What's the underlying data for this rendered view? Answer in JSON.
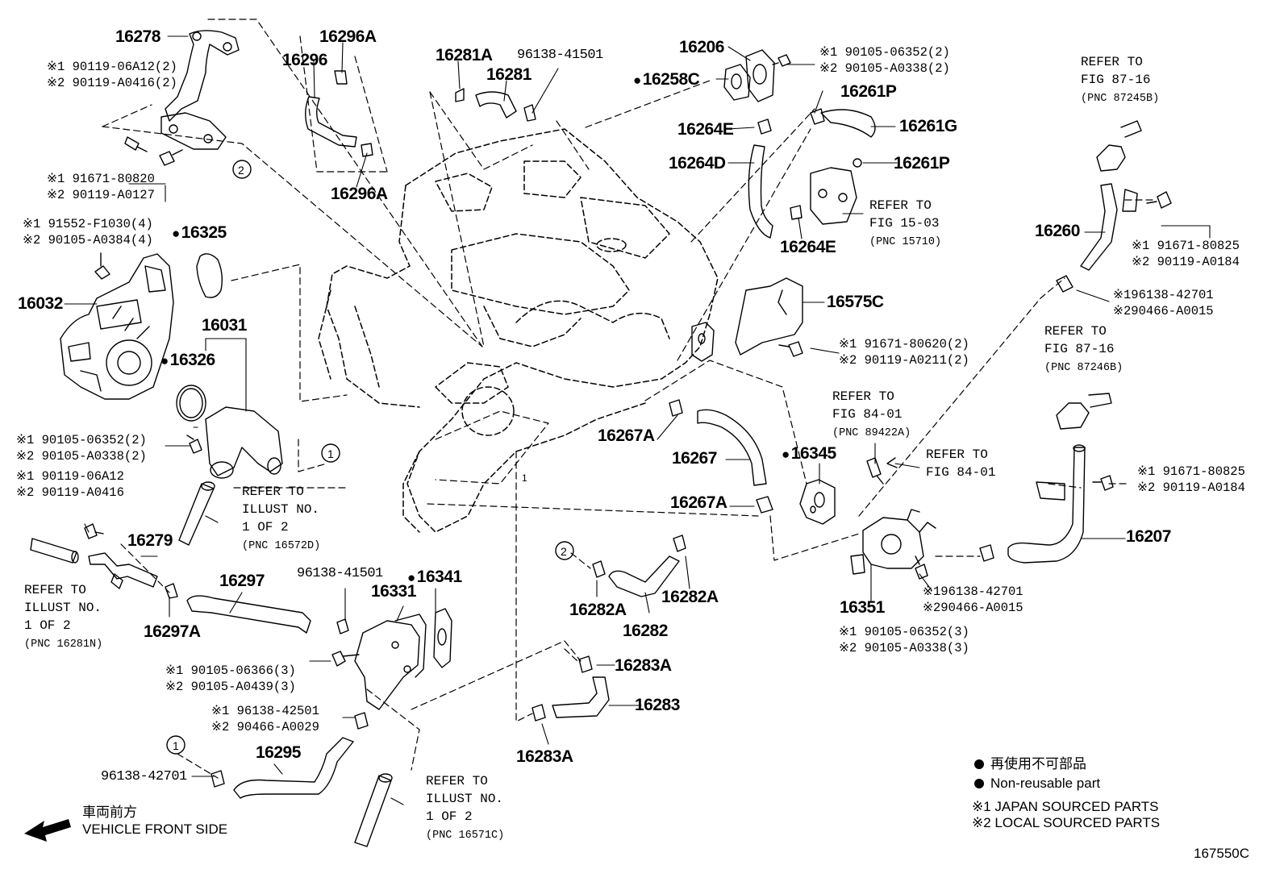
{
  "labels": {
    "p16278": "16278",
    "p16296A_top": "16296A",
    "p16296": "16296",
    "p16296A_bot": "16296A",
    "p16281A": "16281A",
    "p16281": "16281",
    "p96138_41501_top": "96138-41501",
    "p16206": "16206",
    "p16258C": "16258C",
    "p16261P_top": "16261P",
    "p16264E_top": "16264E",
    "p16261G": "16261G",
    "p16264D": "16264D",
    "p16261P_bot": "16261P",
    "p16264E_bot": "16264E",
    "p16325": "16325",
    "p16032": "16032",
    "p16031": "16031",
    "p16326": "16326",
    "p16575C": "16575C",
    "p16260": "16260",
    "p16267A_left": "16267A",
    "p16267": "16267",
    "p16267A_right": "16267A",
    "p16345": "16345",
    "p16279": "16279",
    "p16297": "16297",
    "p16297A": "16297A",
    "p96138_41501_mid": "96138-41501",
    "p16341": "16341",
    "p16331": "16331",
    "p16282A_left": "16282A",
    "p16282A_right": "16282A",
    "p16282": "16282",
    "p16283A_top": "16283A",
    "p16283": "16283",
    "p16283A_bot": "16283A",
    "p16295": "16295",
    "p96138_42701_bot": "96138-42701",
    "p16351": "16351",
    "p16207": "16207"
  },
  "subs": {
    "s1": "※1 90119-06A12(2)\n※2 90119-A0416(2)",
    "s2": "※1 91671-80820\n※2 90119-A0127",
    "s3": "※1 91552-F1030(4)\n※2 90105-A0384(4)",
    "s4": "※1 90105-06352(2)\n※2 90105-A0338(2)",
    "s5": "※1 90105-06352(2)\n※2 90105-A0338(2)",
    "s6": "※1 90119-06A12\n※2 90119-A0416",
    "s7": "※1 90105-06366(3)\n※2 90105-A0439(3)",
    "s8": "※1 96138-42501\n※2 90466-A0029",
    "s9": "※1 91671-80825\n※2 90119-A0184",
    "s10": "※196138-42701\n※290466-A0015",
    "s11": "※1 91671-80620(2)\n※2 90119-A0211(2)",
    "s12": "※1 91671-80825\n※2 90119-A0184",
    "s13": "※196138-42701\n※290466-A0015",
    "s14": "※1 90105-06352(3)\n※2 90105-A0338(3)"
  },
  "refs": {
    "r1_text": "REFER TO\nFIG 87-16",
    "r1_pnc": "(PNC 87245B)",
    "r2_text": "REFER TO\nFIG 15-03",
    "r2_pnc": "(PNC 15710)",
    "r3_text": "REFER TO\nFIG 87-16",
    "r3_pnc": "(PNC 87246B)",
    "r4_text": "REFER TO\nFIG 84-01",
    "r4_pnc": "(PNC 89422A)",
    "r5_text": "REFER TO\nFIG 84-01",
    "r6_text": "REFER TO\nILLUST NO.\n1 OF 2",
    "r6_pnc": "(PNC 16572D)",
    "r7_text": "REFER TO\nILLUST NO.\n1 OF 2",
    "r7_pnc": "(PNC 16281N)",
    "r8_text": "REFER TO\nILLUST NO.\n1 OF 2",
    "r8_pnc": "(PNC 16571C)"
  },
  "callouts": {
    "c1_top": "1",
    "c2_top": "2",
    "c1_mid": "1",
    "c2_mid": "2",
    "c1_bot": "1"
  },
  "legend": {
    "non_reusable_jp": "再使用不可部品",
    "non_reusable_en": "Non-reusable part",
    "japan_sourced": "※1  JAPAN SOURCED PARTS",
    "local_sourced": "※2  LOCAL SOURCED PARTS"
  },
  "vehicle_front": {
    "jp": "車両前方",
    "en": "VEHICLE FRONT SIDE"
  },
  "figure_id": "167550C",
  "colors": {
    "ink": "#000000",
    "paper": "#ffffff"
  }
}
